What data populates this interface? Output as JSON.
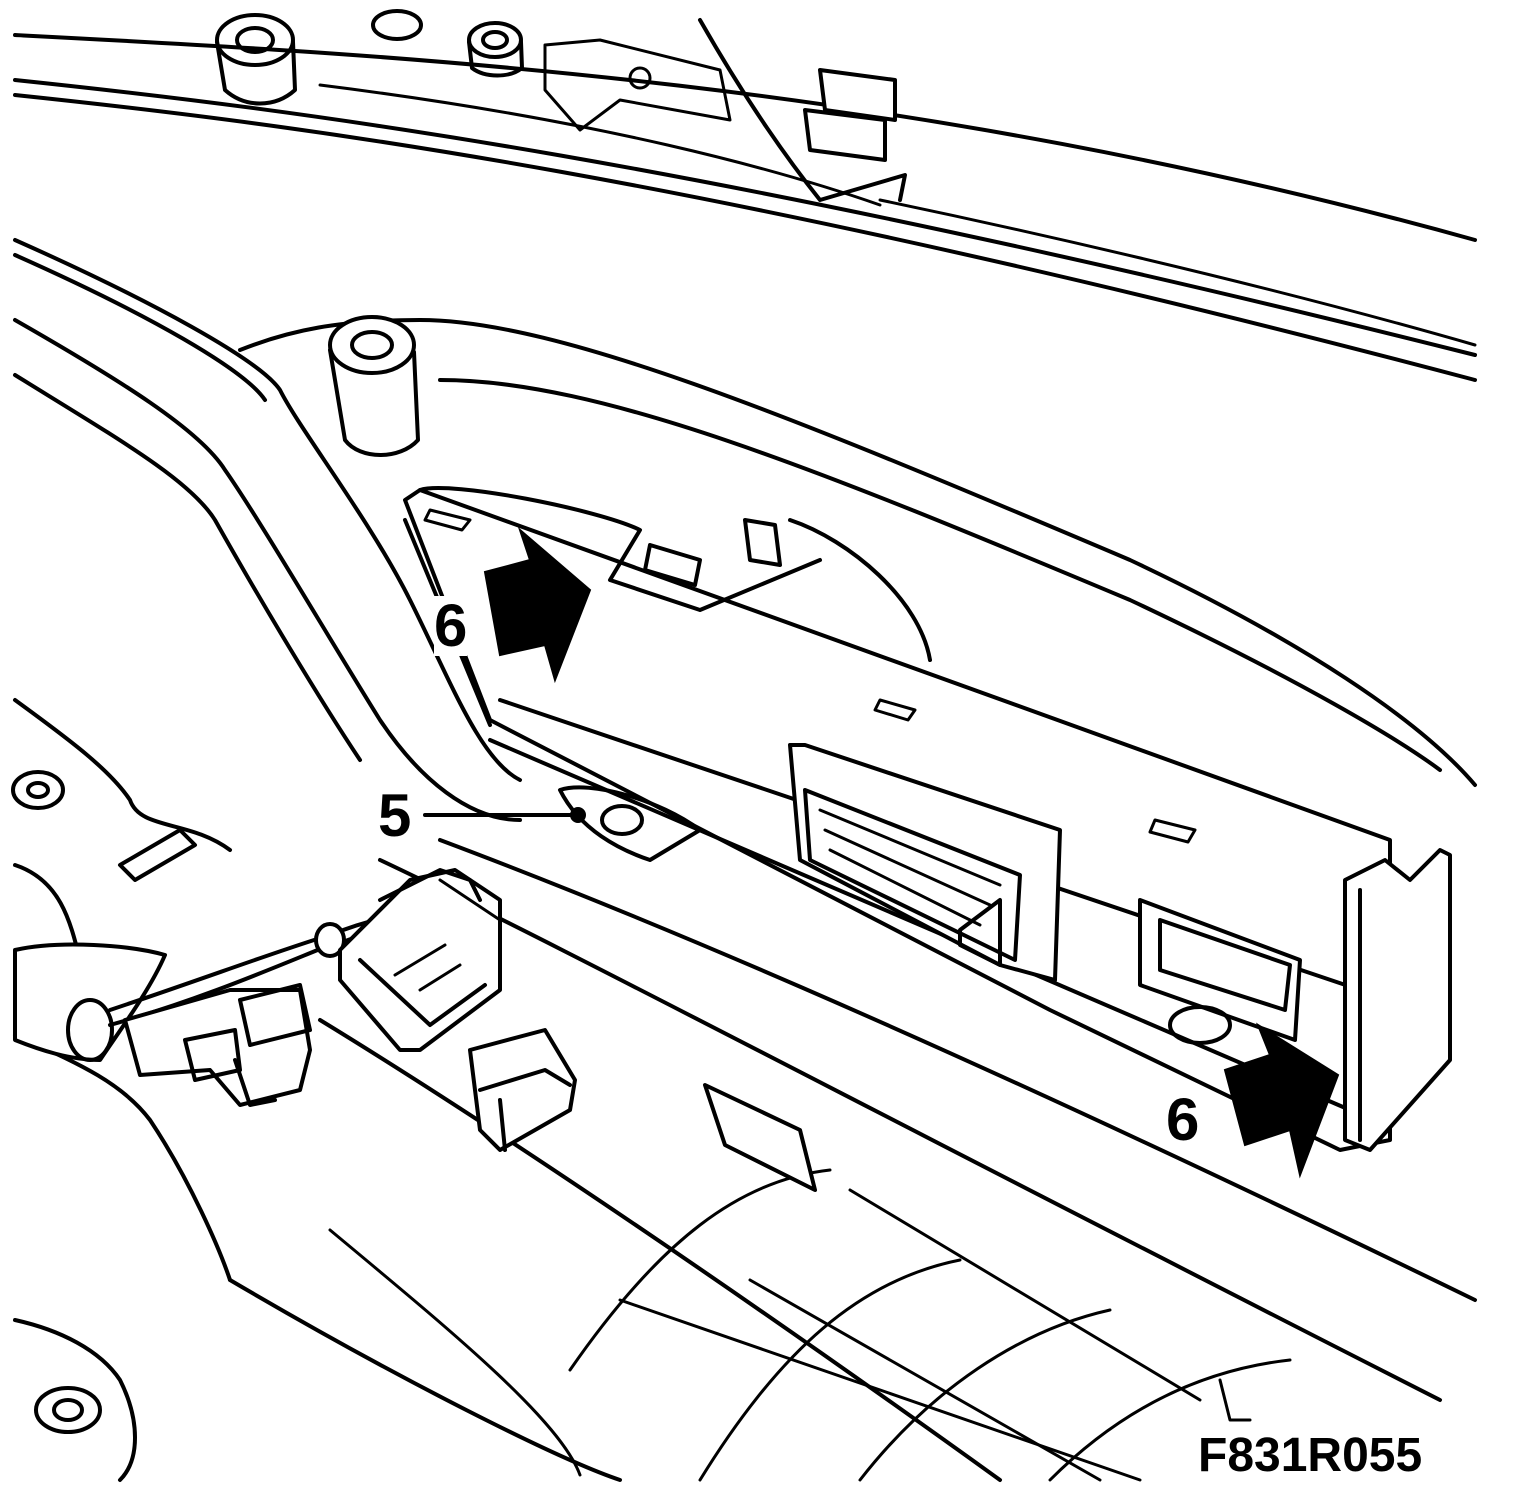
{
  "figure": {
    "code": "F831R055",
    "callouts": {
      "part_5": "5",
      "arrow_6_upper": "6",
      "arrow_6_lower": "6"
    }
  },
  "colors": {
    "line": "#000000",
    "background": "#ffffff"
  }
}
